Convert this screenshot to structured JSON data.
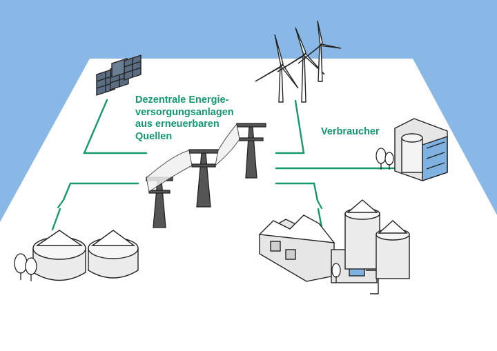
{
  "labels": {
    "sources_lines": [
      "Dezentrale Energie-",
      "versorgungsanlagen",
      "aus erneuerbaren",
      "Quellen"
    ],
    "consumer": "Verbraucher"
  },
  "colors": {
    "sky": "#8ab8e6",
    "ground": "#ffffff",
    "line_green": "#129a6f",
    "label_green": "#129a6f",
    "outline": "#222222",
    "building_grey": "#e6e6e6",
    "pylon_grey": "#555555",
    "window_blue": "#7fb2e0"
  },
  "icons": [
    "solar-panel-icon",
    "wind-turbine-icon",
    "power-pylon-icon",
    "office-building-icon",
    "biogas-tank-icon",
    "factory-icon",
    "tree-icon",
    "switch-icon"
  ]
}
